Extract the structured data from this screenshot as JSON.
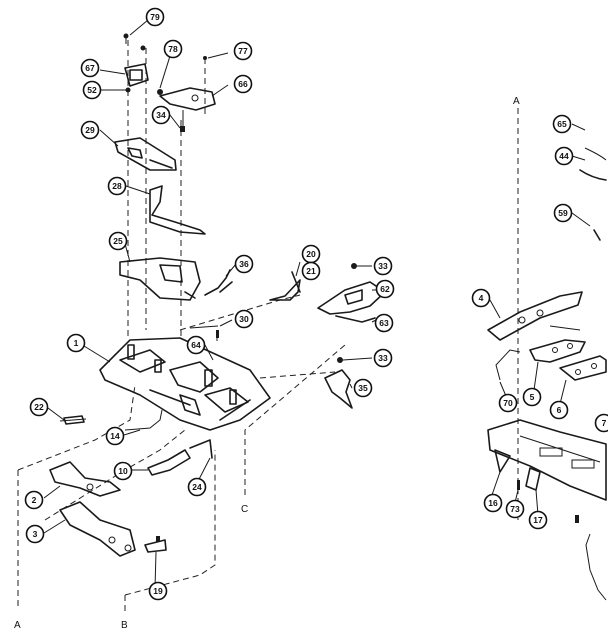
{
  "callouts": [
    {
      "id": "79",
      "label": "79"
    },
    {
      "id": "67",
      "label": "67"
    },
    {
      "id": "78",
      "label": "78"
    },
    {
      "id": "77",
      "label": "77"
    },
    {
      "id": "52",
      "label": "52"
    },
    {
      "id": "66",
      "label": "66"
    },
    {
      "id": "34",
      "label": "34"
    },
    {
      "id": "29",
      "label": "29"
    },
    {
      "id": "28",
      "label": "28"
    },
    {
      "id": "25",
      "label": "25"
    },
    {
      "id": "36",
      "label": "36"
    },
    {
      "id": "20",
      "label": "20"
    },
    {
      "id": "21",
      "label": "21"
    },
    {
      "id": "33a",
      "label": "33"
    },
    {
      "id": "62",
      "label": "62"
    },
    {
      "id": "63",
      "label": "63"
    },
    {
      "id": "30",
      "label": "30"
    },
    {
      "id": "1",
      "label": "1"
    },
    {
      "id": "64",
      "label": "64"
    },
    {
      "id": "33b",
      "label": "33"
    },
    {
      "id": "35",
      "label": "35"
    },
    {
      "id": "22",
      "label": "22"
    },
    {
      "id": "14",
      "label": "14"
    },
    {
      "id": "10a",
      "label": "10"
    },
    {
      "id": "24",
      "label": "24"
    },
    {
      "id": "2",
      "label": "2"
    },
    {
      "id": "3",
      "label": "3"
    },
    {
      "id": "19",
      "label": "19"
    },
    {
      "id": "65",
      "label": "65"
    },
    {
      "id": "44",
      "label": "44"
    },
    {
      "id": "59",
      "label": "59"
    },
    {
      "id": "4",
      "label": "4"
    },
    {
      "id": "70",
      "label": "70"
    },
    {
      "id": "5",
      "label": "5"
    },
    {
      "id": "6",
      "label": "6"
    },
    {
      "id": "7",
      "label": "7"
    },
    {
      "id": "16",
      "label": "16"
    },
    {
      "id": "73",
      "label": "73"
    },
    {
      "id": "17",
      "label": "17"
    }
  ],
  "section_labels": {
    "a_left": "A",
    "b_left": "B",
    "c_mid": "C",
    "a_right": "A"
  }
}
